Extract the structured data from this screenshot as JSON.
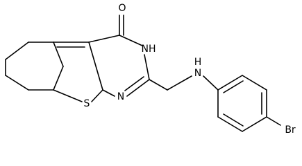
{
  "molecule": {
    "atoms": {
      "O": "O",
      "NH": "NH",
      "N": "N",
      "S": "S",
      "NH_amine": "H\nN",
      "Br": "Br"
    },
    "atom_labels": {
      "carbonyl_oxygen": "O",
      "ring_nh": "NH",
      "ring_n": "N",
      "thiophene_s": "S",
      "amine_n": "N",
      "amine_h": "H",
      "bromine": "Br"
    }
  },
  "colors": {
    "bond": "#000000",
    "text": "#000000",
    "background": "#ffffff"
  }
}
